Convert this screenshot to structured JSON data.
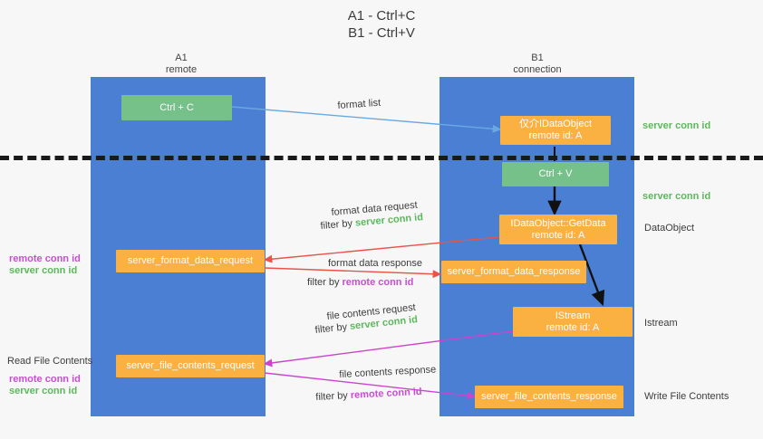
{
  "title": {
    "line1": "A1 - Ctrl+C",
    "line2": "B1 - Ctrl+V"
  },
  "lanes": [
    {
      "id": "a1",
      "name": "A1",
      "role": "remote"
    },
    {
      "id": "b1",
      "name": "B1",
      "role": "connection"
    }
  ],
  "nodes": {
    "ctrl_c": {
      "l1": "Ctrl + C",
      "l2": ""
    },
    "idataobject": {
      "l1": "仅介IDataObject",
      "l2": "remote id: A"
    },
    "ctrl_v": {
      "l1": "Ctrl + V",
      "l2": ""
    },
    "getdata": {
      "l1": "IDataObject::GetData",
      "l2": "remote id: A"
    },
    "fmt_req": {
      "l1": "server_format_data_request",
      "l2": ""
    },
    "fmt_resp": {
      "l1": "server_format_data_response",
      "l2": ""
    },
    "istream": {
      "l1": "IStream",
      "l2": "remote id: A"
    },
    "file_req": {
      "l1": "server_file_contents_request",
      "l2": ""
    },
    "file_resp": {
      "l1": "server_file_contents_response",
      "l2": ""
    }
  },
  "edges": {
    "format_list": "format list",
    "fmt_data_request": "format data request",
    "fmt_filter_by": "filter by ",
    "fmt_filter_value": "server conn id",
    "fmt_data_response": "format data response",
    "fmtr_filter_by": "filter by ",
    "fmtr_filter_value": "remote conn id",
    "file_req_label": "file contents request",
    "file_req_filter_by": "filter by ",
    "file_req_filter_value": "server conn id",
    "file_resp_label": "file contents response",
    "file_resp_filter_by": "filter by ",
    "file_resp_filter_value": "remote conn id"
  },
  "right_labels": {
    "server_conn_1": "server conn id",
    "server_conn_2": "server conn id",
    "dataobject": "DataObject",
    "istream": "Istream",
    "write_file": "Write File Contents"
  },
  "left_labels": {
    "remote_conn_1": "remote conn id",
    "server_conn_1": "server conn id",
    "read_file": "Read File Contents",
    "remote_conn_2": "remote conn id",
    "server_conn_2": "server conn id"
  },
  "colors": {
    "lane": "#4a7fd4",
    "green_node": "#76c08a",
    "orange_node": "#fbb042",
    "green_text": "#5cb85c",
    "magenta_text": "#c64fd0",
    "blue_arrow": "#6aa9e0",
    "red_arrow": "#e8534a",
    "magenta_arrow": "#cc44cc",
    "dark_arrow": "#111111"
  }
}
